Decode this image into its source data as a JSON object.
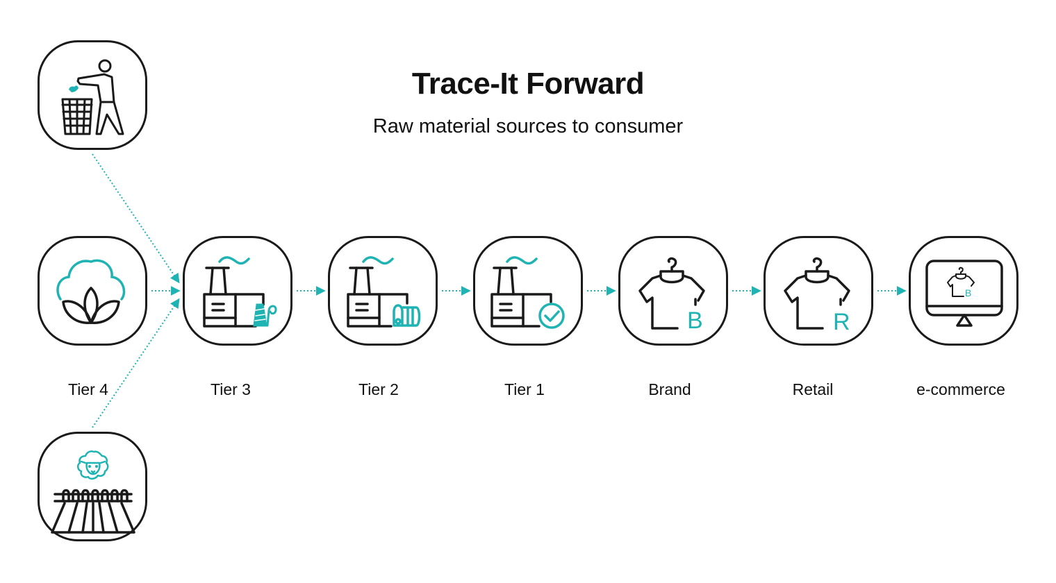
{
  "header": {
    "title": "Trace-It Forward",
    "subtitle": "Raw material sources to consumer"
  },
  "colors": {
    "accent": "#1fb3b3",
    "stroke": "#1a1a1a",
    "background": "#ffffff"
  },
  "sources": [
    {
      "id": "recycled",
      "icon": "person-disposing-trash-icon"
    },
    {
      "id": "cotton",
      "icon": "cotton-plant-icon",
      "label": "Tier 4"
    },
    {
      "id": "wool",
      "icon": "sheep-farm-icon"
    }
  ],
  "stages": [
    {
      "id": "tier4",
      "label": "Tier 4",
      "icon": "cotton-plant-icon"
    },
    {
      "id": "tier3",
      "label": "Tier 3",
      "icon": "factory-yarn-spool-icon"
    },
    {
      "id": "tier2",
      "label": "Tier 2",
      "icon": "factory-fabric-roll-icon"
    },
    {
      "id": "tier1",
      "label": "Tier 1",
      "icon": "factory-checkmark-icon"
    },
    {
      "id": "brand",
      "label": "Brand",
      "icon": "shirt-hanger-b-icon",
      "letter": "B"
    },
    {
      "id": "retail",
      "label": "Retail",
      "icon": "shirt-hanger-r-icon",
      "letter": "R"
    },
    {
      "id": "ecommerce",
      "label": "e-commerce",
      "icon": "monitor-shirt-icon",
      "letter": "B"
    }
  ],
  "connectors": [
    {
      "from": "recycled",
      "to": "tier3",
      "style": "dotted-arrow"
    },
    {
      "from": "wool",
      "to": "tier3",
      "style": "dotted-arrow"
    },
    {
      "from": "tier4",
      "to": "tier3",
      "style": "dotted-arrow"
    },
    {
      "from": "tier3",
      "to": "tier2",
      "style": "dotted-arrow"
    },
    {
      "from": "tier2",
      "to": "tier1",
      "style": "dotted-arrow"
    },
    {
      "from": "tier1",
      "to": "brand",
      "style": "dotted-arrow"
    },
    {
      "from": "brand",
      "to": "retail",
      "style": "dotted-arrow"
    },
    {
      "from": "retail",
      "to": "ecommerce",
      "style": "dotted-arrow"
    }
  ]
}
